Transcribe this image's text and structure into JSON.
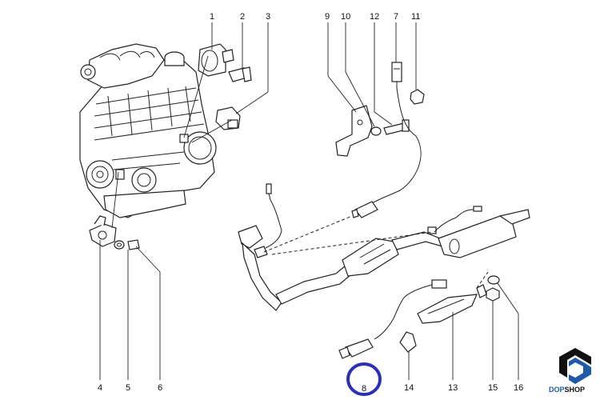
{
  "labels": {
    "l1": "1",
    "l2": "2",
    "l3": "3",
    "l4": "4",
    "l5": "5",
    "l6": "6",
    "l7": "7",
    "l8": "8",
    "l9": "9",
    "l10": "10",
    "l11": "11",
    "l12": "12",
    "l13": "13",
    "l14": "14",
    "l15": "15",
    "l16": "16"
  },
  "highlight": {
    "label": "8",
    "color": "#2b2fb5"
  },
  "logo": {
    "part1": "DOP",
    "part2": "SHOP",
    "brand_color": "#1e5aa8"
  }
}
